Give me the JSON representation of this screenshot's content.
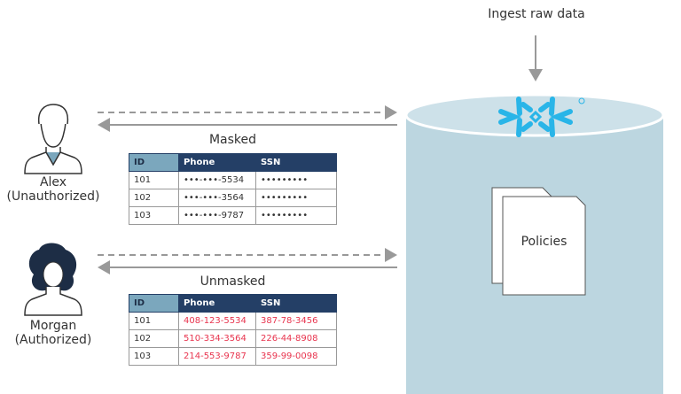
{
  "ingest_label": "Ingest raw data",
  "policies_label": "Policies",
  "colors": {
    "cylinder": "#bcd6e0",
    "header": "#243f66",
    "id_header": "#7ba7bd",
    "unmasked_text": "#e8344e",
    "logo": "#29b5e8"
  },
  "users": [
    {
      "name": "Alex",
      "role": "(Unauthorized)"
    },
    {
      "name": "Morgan",
      "role": "(Authorized)"
    }
  ],
  "masked": {
    "title": "Masked",
    "headers": [
      "ID",
      "Phone",
      "SSN"
    ],
    "rows": [
      [
        "101",
        "•••-•••-5534",
        "•••••••••"
      ],
      [
        "102",
        "•••-•••-3564",
        "•••••••••"
      ],
      [
        "103",
        "•••-•••-9787",
        "•••••••••"
      ]
    ]
  },
  "unmasked": {
    "title": "Unmasked",
    "headers": [
      "ID",
      "Phone",
      "SSN"
    ],
    "rows": [
      [
        "101",
        "408-123-5534",
        "387-78-3456"
      ],
      [
        "102",
        "510-334-3564",
        "226-44-8908"
      ],
      [
        "103",
        "214-553-9787",
        "359-99-0098"
      ]
    ]
  }
}
